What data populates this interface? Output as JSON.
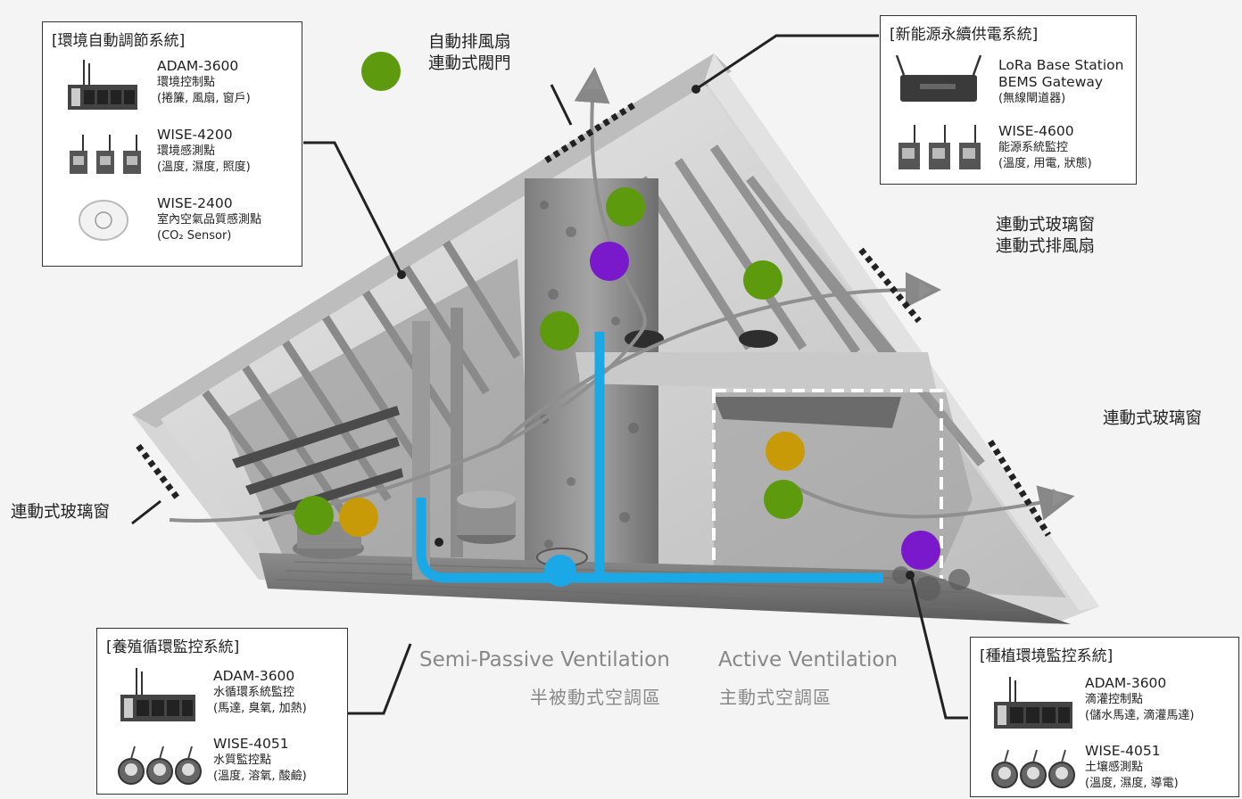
{
  "boxes": {
    "env": {
      "title": "[環境自動調節系統]",
      "items": [
        {
          "model": "ADAM-3600",
          "lines": [
            "環境控制點",
            "(捲簾, 風扇, 窗戶)"
          ]
        },
        {
          "model": "WISE-4200",
          "lines": [
            "環境感測點",
            "(溫度, 濕度, 照度)"
          ]
        },
        {
          "model": "WISE-2400",
          "lines": [
            "室內空氣品質感測點",
            "(CO₂ Sensor)"
          ]
        }
      ]
    },
    "energy": {
      "title": "[新能源永續供電系統]",
      "items": [
        {
          "model": "LoRa Base Station",
          "lines": [
            "BEMS Gateway",
            "(無線閘道器)"
          ]
        },
        {
          "model": "WISE-4600",
          "lines": [
            "能源系統監控",
            "(溫度, 用電, 狀態)"
          ]
        }
      ]
    },
    "aqua": {
      "title": "[養殖循環監控系統]",
      "items": [
        {
          "model": "ADAM-3600",
          "lines": [
            "水循環系統監控",
            "(馬達, 臭氧, 加熱)"
          ]
        },
        {
          "model": "WISE-4051",
          "lines": [
            "水質監控點",
            "(溫度, 溶氧, 酸鹼)"
          ]
        }
      ]
    },
    "plant": {
      "title": "[種植環境監控系統]",
      "items": [
        {
          "model": "ADAM-3600",
          "lines": [
            "滴灌控制點",
            "(儲水馬達, 滴灌馬達)"
          ]
        },
        {
          "model": "WISE-4051",
          "lines": [
            "土壤感測點",
            "(溫度, 濕度, 導電)"
          ]
        }
      ]
    }
  },
  "labels": {
    "exhaust_fan": [
      "自動排風扇",
      "連動式閥門"
    ],
    "window_fan": [
      "連動式玻璃窗",
      "連動式排風扇"
    ],
    "window_right": "連動式玻璃窗",
    "window_left": "連動式玻璃窗"
  },
  "zones": {
    "semi_passive_en": "Semi-Passive Ventilation",
    "semi_passive_cn": "半被動式空調區",
    "active_en": "Active Ventilation",
    "active_cn": "主動式空調區"
  },
  "colors": {
    "green": "#5e9a0e",
    "purple": "#7a18cc",
    "gold": "#c99a08",
    "water": "#1aa8e6",
    "lines": "#222222"
  },
  "icons": [
    "router-icon",
    "adam-controller-icon",
    "wise-sensor-icon",
    "ceiling-sensor-icon",
    "lora-gateway-icon",
    "water-meter-icon"
  ]
}
